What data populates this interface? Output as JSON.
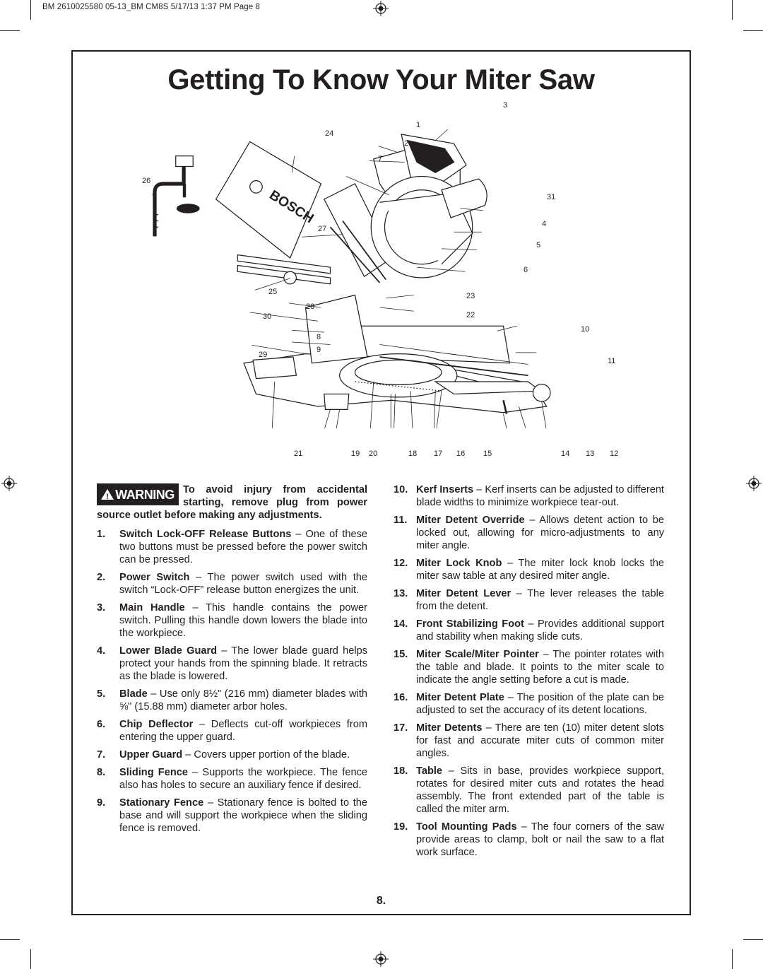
{
  "slug": "BM 2610025580 05-13_BM CM8S  5/17/13  1:37 PM  Page 8",
  "title": "Getting To Know Your Miter Saw",
  "figure": {
    "brand": "BOSCH",
    "callouts": [
      "1",
      "2",
      "3",
      "4",
      "5",
      "6",
      "7",
      "8",
      "9",
      "10",
      "11",
      "12",
      "13",
      "14",
      "15",
      "16",
      "17",
      "18",
      "19",
      "20",
      "21",
      "22",
      "23",
      "24",
      "25",
      "26",
      "27",
      "28",
      "29",
      "30",
      "31"
    ]
  },
  "warning": {
    "badge": "WARNING",
    "text": "To avoid injury from accidental starting, remove plug from power source outlet before making any adjustments."
  },
  "items_left": [
    {
      "num": "1.",
      "term": "Switch Lock-OFF Release Buttons",
      "desc": " – One of these two buttons must be pressed before the power switch can be pressed."
    },
    {
      "num": "2.",
      "term": "Power Switch",
      "desc": " – The power switch used with the switch “Lock-OFF” release button energizes the unit."
    },
    {
      "num": "3.",
      "term": "Main Handle",
      "desc": " – This handle contains the power switch. Pulling this handle down lowers the blade into the workpiece."
    },
    {
      "num": "4.",
      "term": "Lower Blade Guard",
      "desc": " – The lower blade guard helps protect your hands from the spinning blade. It retracts as the blade is lowered."
    },
    {
      "num": "5.",
      "term": "Blade",
      "desc": " – Use only 8½\" (216 mm) diameter blades with ⅝\" (15.88 mm) diameter arbor holes."
    },
    {
      "num": "6.",
      "term": "Chip Deflector",
      "desc": " – Deflects cut-off workpieces from entering the upper guard."
    },
    {
      "num": "7.",
      "term": "Upper Guard",
      "desc": " – Covers upper portion of the blade."
    },
    {
      "num": "8.",
      "term": "Sliding Fence",
      "desc": " – Supports the workpiece. The fence also has holes to secure an auxiliary fence if desired."
    },
    {
      "num": "9.",
      "term": "Stationary Fence",
      "desc": " – Stationary fence is bolted to the base and will support the workpiece when the sliding fence is removed."
    }
  ],
  "items_right": [
    {
      "num": "10.",
      "term": "Kerf Inserts",
      "desc": " – Kerf inserts can be adjusted to different blade widths to minimize workpiece tear-out."
    },
    {
      "num": "11.",
      "term": "Miter Detent Override",
      "desc": " – Allows detent action to be locked out, allowing for micro-adjustments to any miter angle."
    },
    {
      "num": "12.",
      "term": "Miter Lock Knob",
      "desc": " – The miter lock knob locks the miter saw table at any desired miter angle."
    },
    {
      "num": "13.",
      "term": "Miter Detent Lever",
      "desc": " – The lever releases the table from the detent."
    },
    {
      "num": "14.",
      "term": "Front Stabilizing Foot",
      "desc": " – Provides additional support and stability when making slide cuts."
    },
    {
      "num": "15.",
      "term": "Miter Scale/Miter Pointer",
      "desc": " – The pointer rotates with the table and blade. It points to the miter scale to indicate the angle setting before a cut is made."
    },
    {
      "num": "16.",
      "term": "Miter Detent Plate",
      "desc": " – The position of the plate can be adjusted to set the accuracy of its detent locations."
    },
    {
      "num": "17.",
      "term": "Miter Detents",
      "desc": " – There are ten (10) miter detent slots for fast and accurate miter cuts of common miter angles."
    },
    {
      "num": "18.",
      "term": "Table",
      "desc": " – Sits in base, provides workpiece support, rotates for desired miter cuts and rotates the head assembly. The front extended part of the table is called the miter arm."
    },
    {
      "num": "19.",
      "term": "Tool Mounting Pads",
      "desc": " – The four corners of the saw provide areas to clamp, bolt or nail the saw to a flat work surface."
    }
  ],
  "page_number": "8."
}
